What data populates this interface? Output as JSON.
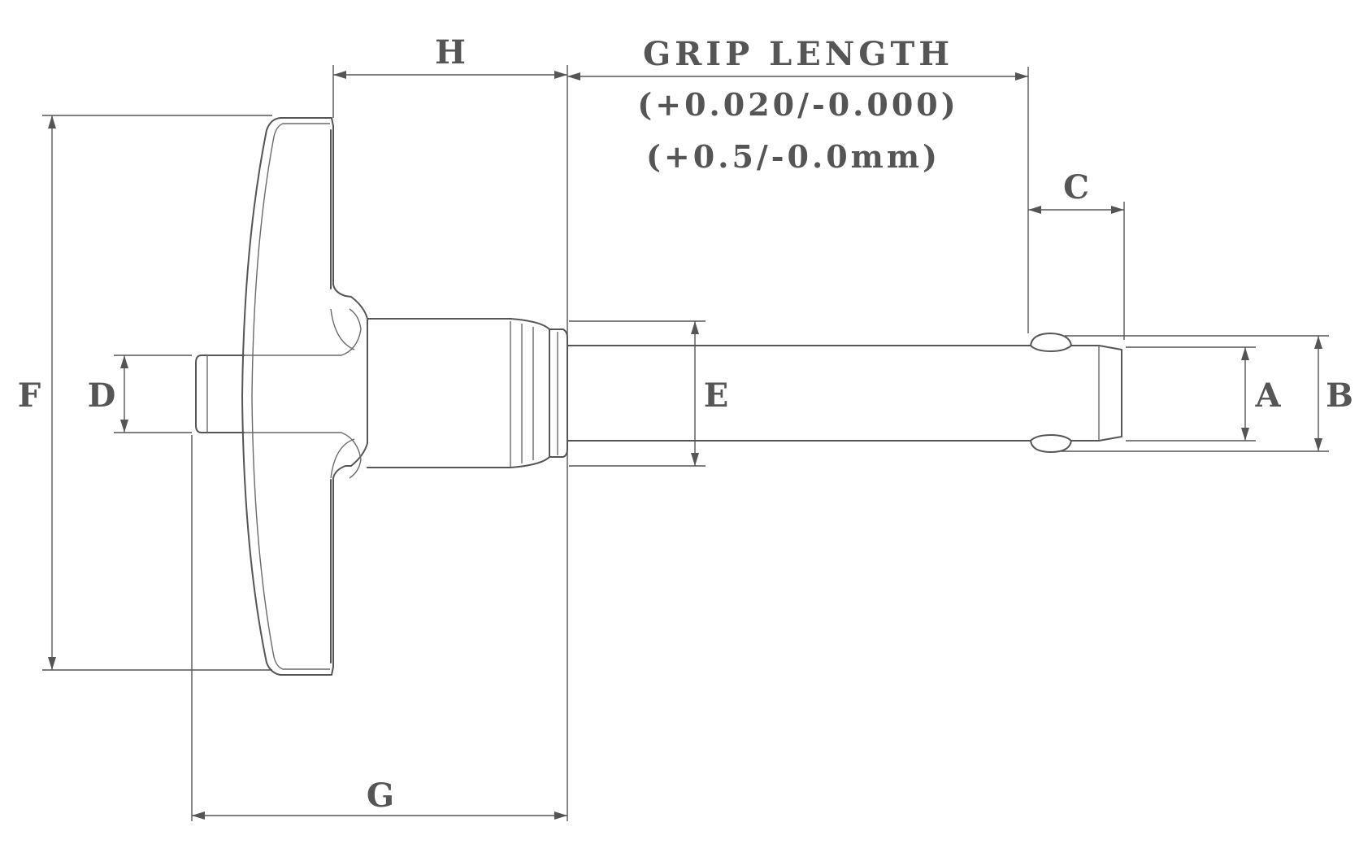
{
  "drawing": {
    "dimensions": {
      "A": "A",
      "B": "B",
      "C": "C",
      "D": "D",
      "E": "E",
      "F": "F",
      "G": "G",
      "H": "H"
    },
    "grip_length": {
      "title": "GRIP LENGTH",
      "tolerance_in": "(+0.020/-0.000)",
      "tolerance_mm": "(+0.5/-0.0mm)"
    }
  },
  "colors": {
    "line": "#555555",
    "background": "#ffffff"
  }
}
